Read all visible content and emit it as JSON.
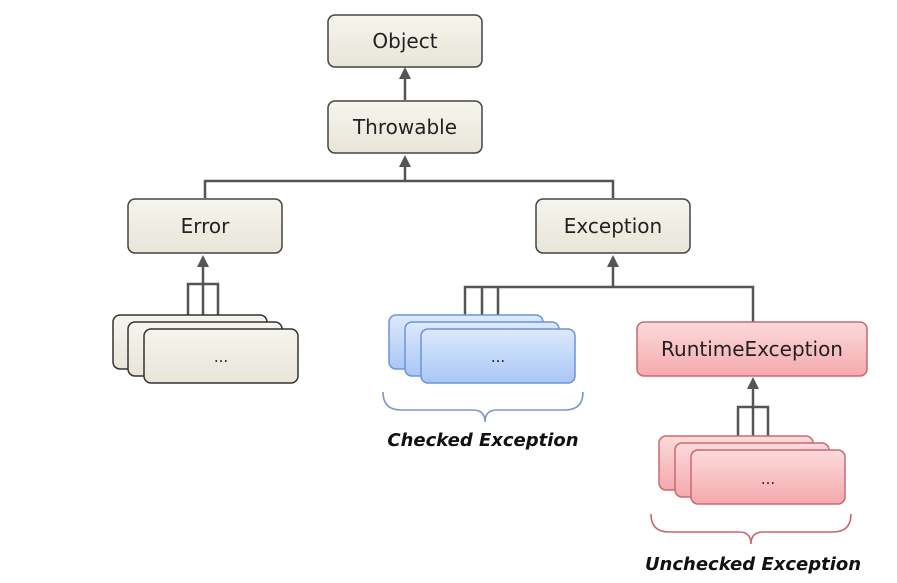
{
  "nodes": {
    "object": "Object",
    "throwable": "Throwable",
    "error": "Error",
    "exception": "Exception",
    "runtime_exception": "RuntimeException",
    "error_subclasses": "...",
    "checked_subclasses": "...",
    "unchecked_subclasses": "..."
  },
  "labels": {
    "checked": "Checked Exception",
    "unchecked": "Unchecked Exception"
  },
  "colors": {
    "neutral_fill": "#efede2",
    "checked_fill": "#c9ddfa",
    "unchecked_fill": "#f9c6c8",
    "connector": "#555555"
  }
}
